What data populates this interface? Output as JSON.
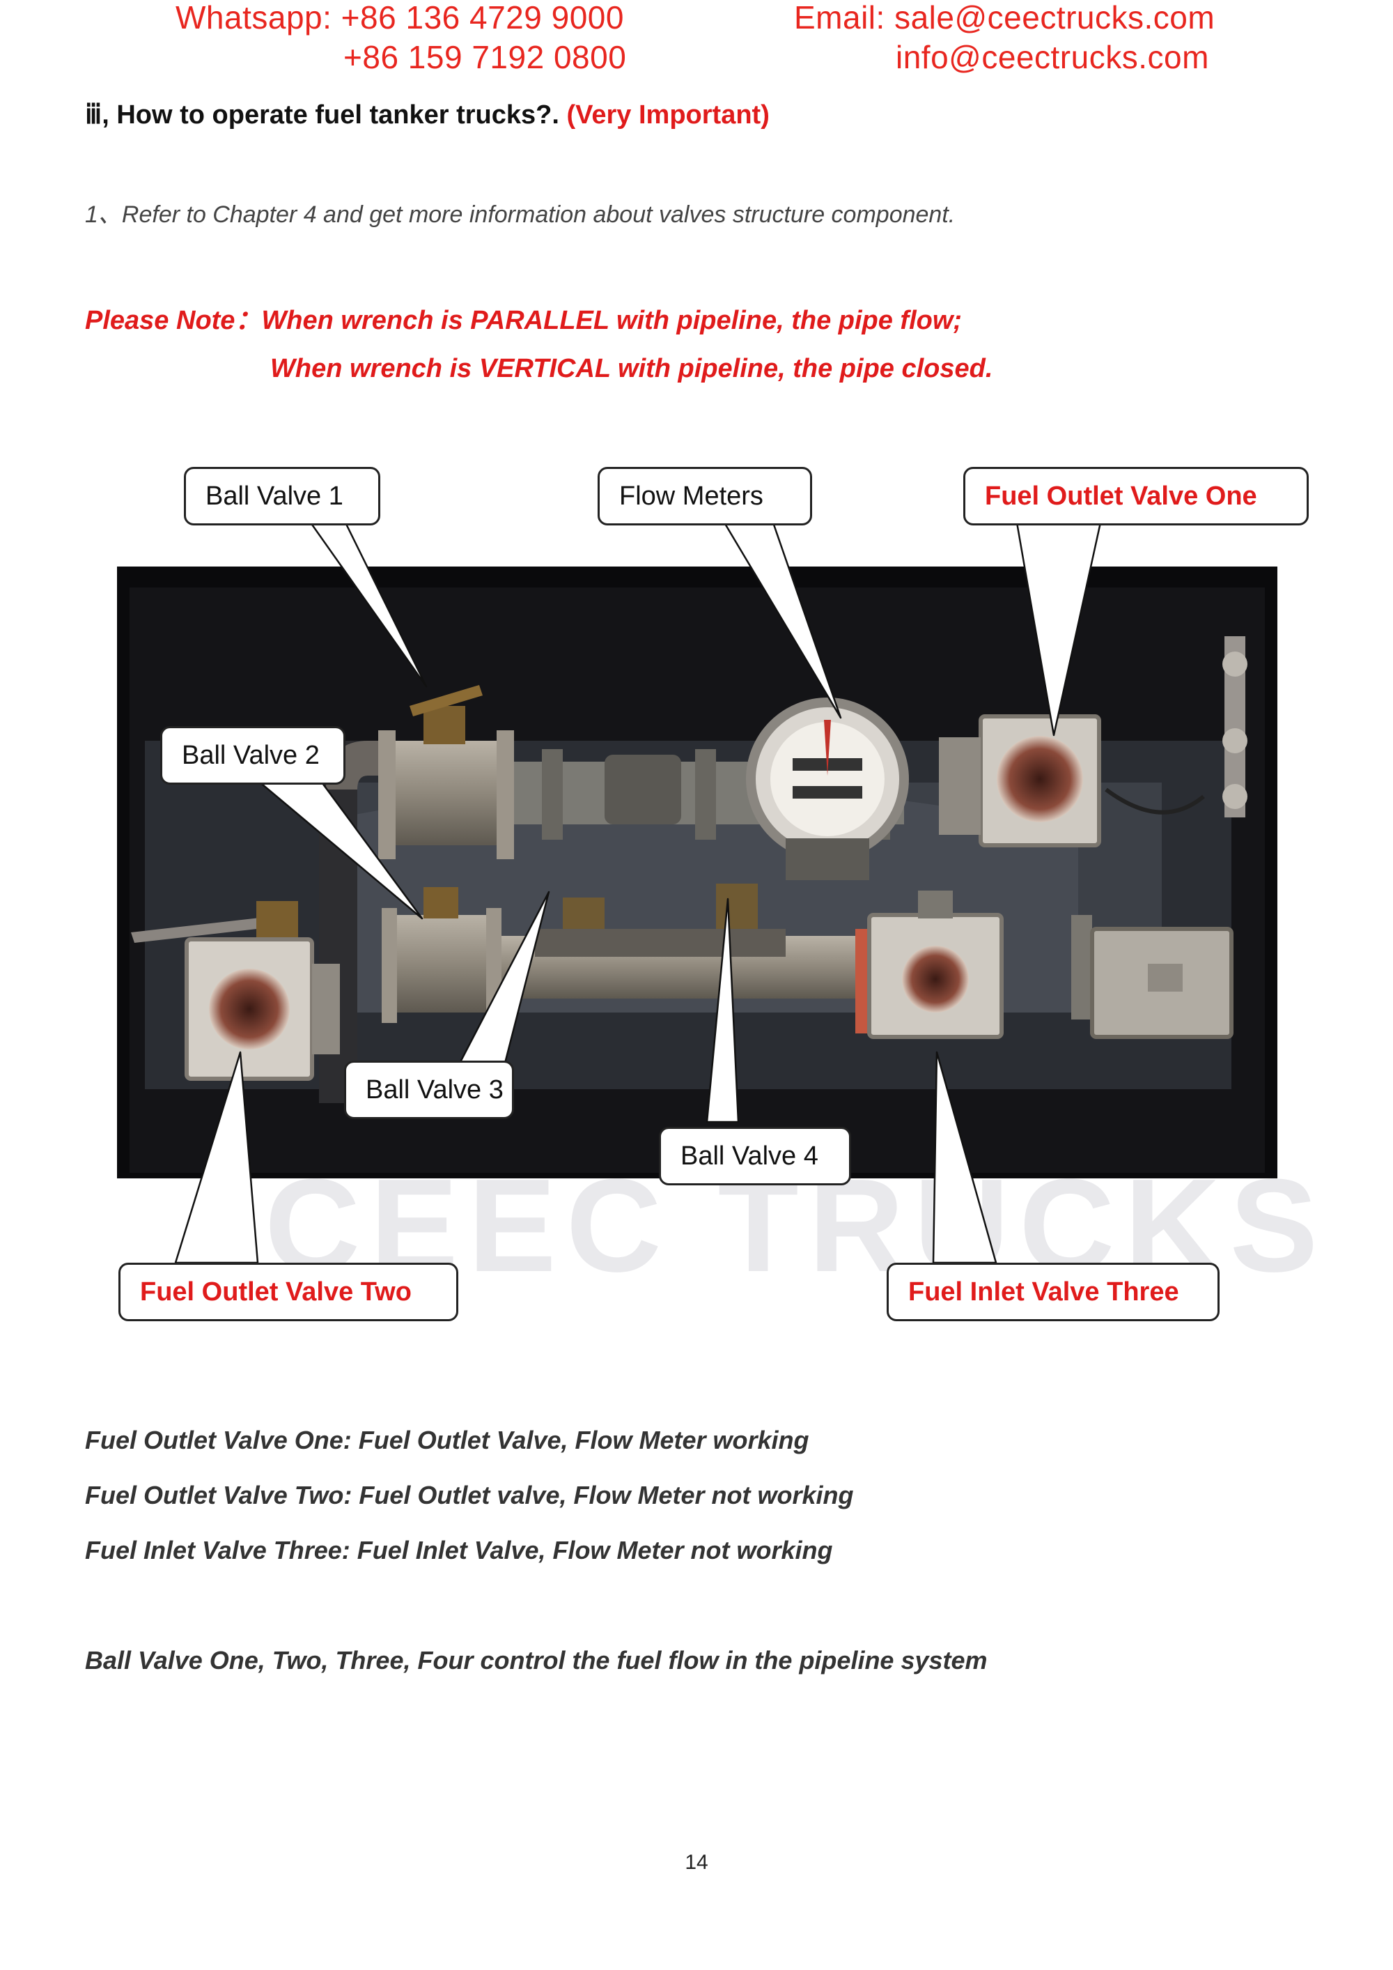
{
  "contact": {
    "whatsapp_label": "Whatsapp: +86 136 4729 9000",
    "whatsapp_second": "+86 159 7192 0800",
    "email_label": "Email: sale@ceectrucks.com",
    "email_second": "info@ceectrucks.com"
  },
  "heading": {
    "prefix": "ⅲ, How to operate fuel tanker trucks?.",
    "emphasis": "(Very Important)"
  },
  "step1": "1、Refer to Chapter 4 and get more information about valves structure component.",
  "note": {
    "line1": "Please Note：When wrench is PARALLEL with pipeline, the pipe flow;",
    "line2": "When wrench is VERTICAL with pipeline, the pipe closed."
  },
  "callouts": {
    "ball_valve_1": "Ball Valve 1",
    "flow_meters": "Flow Meters",
    "fuel_outlet_one": "Fuel Outlet Valve One",
    "ball_valve_2": "Ball Valve 2",
    "ball_valve_3": "Ball Valve 3",
    "ball_valve_4": "Ball Valve 4",
    "fuel_outlet_two": "Fuel Outlet Valve Two",
    "fuel_inlet_three": "Fuel Inlet Valve Three"
  },
  "watermark": "CEEC TRUCKS",
  "descriptions": [
    "Fuel Outlet Valve One: Fuel Outlet Valve, Flow Meter working",
    "Fuel Outlet Valve Two: Fuel Outlet valve, Flow Meter not working",
    "Fuel Inlet Valve Three: Fuel Inlet Valve, Flow Meter not working"
  ],
  "ball_valve_summary": "Ball Valve One, Two, Three, Four control the fuel flow in the pipeline system",
  "page_number": "14",
  "colors": {
    "accent_red": "#e01b1b",
    "header_red": "#e8261f"
  }
}
